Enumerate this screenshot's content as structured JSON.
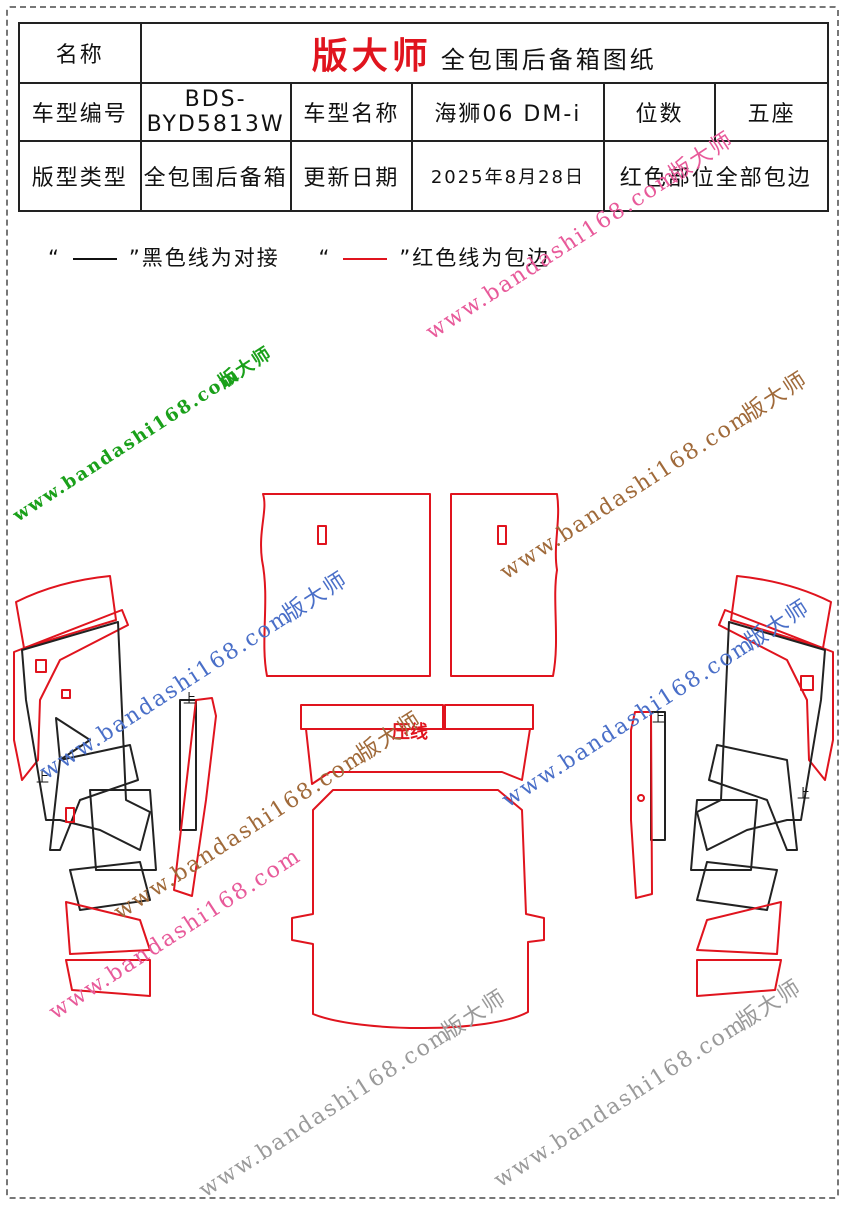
{
  "table": {
    "name_label": "名称",
    "title_brand": "版大师",
    "title_rest": "全包围后备箱图纸",
    "code_label": "车型编号",
    "code_value": "BDS-BYD5813W",
    "model_label": "车型名称",
    "model_value": "海狮06 DM-i",
    "seats_label": "位数",
    "seats_value": "五座",
    "type_label": "版型类型",
    "type_value": "全包围后备箱",
    "date_label": "更新日期",
    "date_value": "2025年8月28日",
    "note_value": "红色部位全部包边"
  },
  "legend": {
    "black_open": "“",
    "black_close": "”黑色线为对接",
    "red_open": "“",
    "red_close": "”红色线为包边"
  },
  "drawing": {
    "press_line_label": "压线",
    "up_mark": "上",
    "watermark_url": "www.bandashi168.com",
    "watermark_brand": "版大师"
  },
  "colors": {
    "edge_binding": "#e0141e",
    "seam": "#222222",
    "watermark_green": "#1aa01a",
    "watermark_pink": "#e85a9a",
    "watermark_blue": "#4a6fc8",
    "watermark_brown": "#a06a3a",
    "watermark_gray": "#9a9a9a"
  }
}
